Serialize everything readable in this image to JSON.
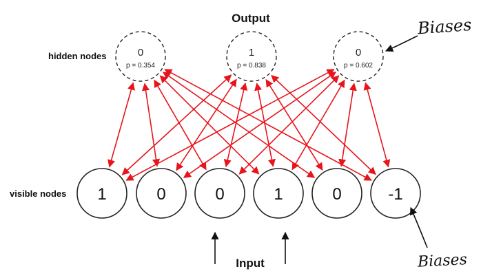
{
  "title": "Output",
  "input_label": "Input",
  "layers": {
    "hidden_label": "hidden nodes",
    "visible_label": "visible nodes"
  },
  "hidden_nodes": [
    {
      "value": "0",
      "prob": "p = 0.354"
    },
    {
      "value": "1",
      "prob": "p = 0.838"
    },
    {
      "value": "0",
      "prob": "p = 0.602"
    }
  ],
  "visible_nodes": [
    "1",
    "0",
    "0",
    "1",
    "0",
    "-1"
  ],
  "annotations": {
    "top_right": "Biases",
    "bottom_right": "Biases"
  },
  "colors": {
    "connection": "#e8141b",
    "node_outline": "#222222",
    "text": "#111111"
  }
}
